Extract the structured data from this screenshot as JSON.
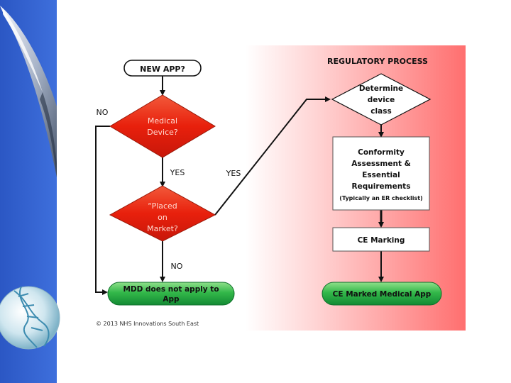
{
  "diagram": {
    "region_title": "REGULATORY PROCESS",
    "nodes": {
      "new_app": "NEW APP?",
      "medical_device": [
        "Medical",
        "Device?"
      ],
      "placed_on_market": [
        "“Placed",
        "on",
        "Market?"
      ],
      "mdd_not_apply": [
        "MDD does not apply to",
        "App"
      ],
      "determine_class": [
        "Determine",
        "device",
        "class"
      ],
      "conformity": [
        "Conformity",
        "Assessment &",
        "Essential",
        "Requirements"
      ],
      "conformity_note": "(Typically an ER checklist)",
      "ce_marking": "CE Marking",
      "ce_marked_app": "CE Marked Medical App"
    },
    "edge_labels": {
      "no_top": "NO",
      "yes_medical": "YES",
      "yes_market": "YES",
      "no_bottom": "NO"
    },
    "copyright": "© 2013 NHS Innovations South East"
  },
  "colors": {
    "slide_accent": "#2f5fc9",
    "decision_red": "#e8200c",
    "terminal_green": "#18a040",
    "region_red": "#ff6f6f"
  }
}
